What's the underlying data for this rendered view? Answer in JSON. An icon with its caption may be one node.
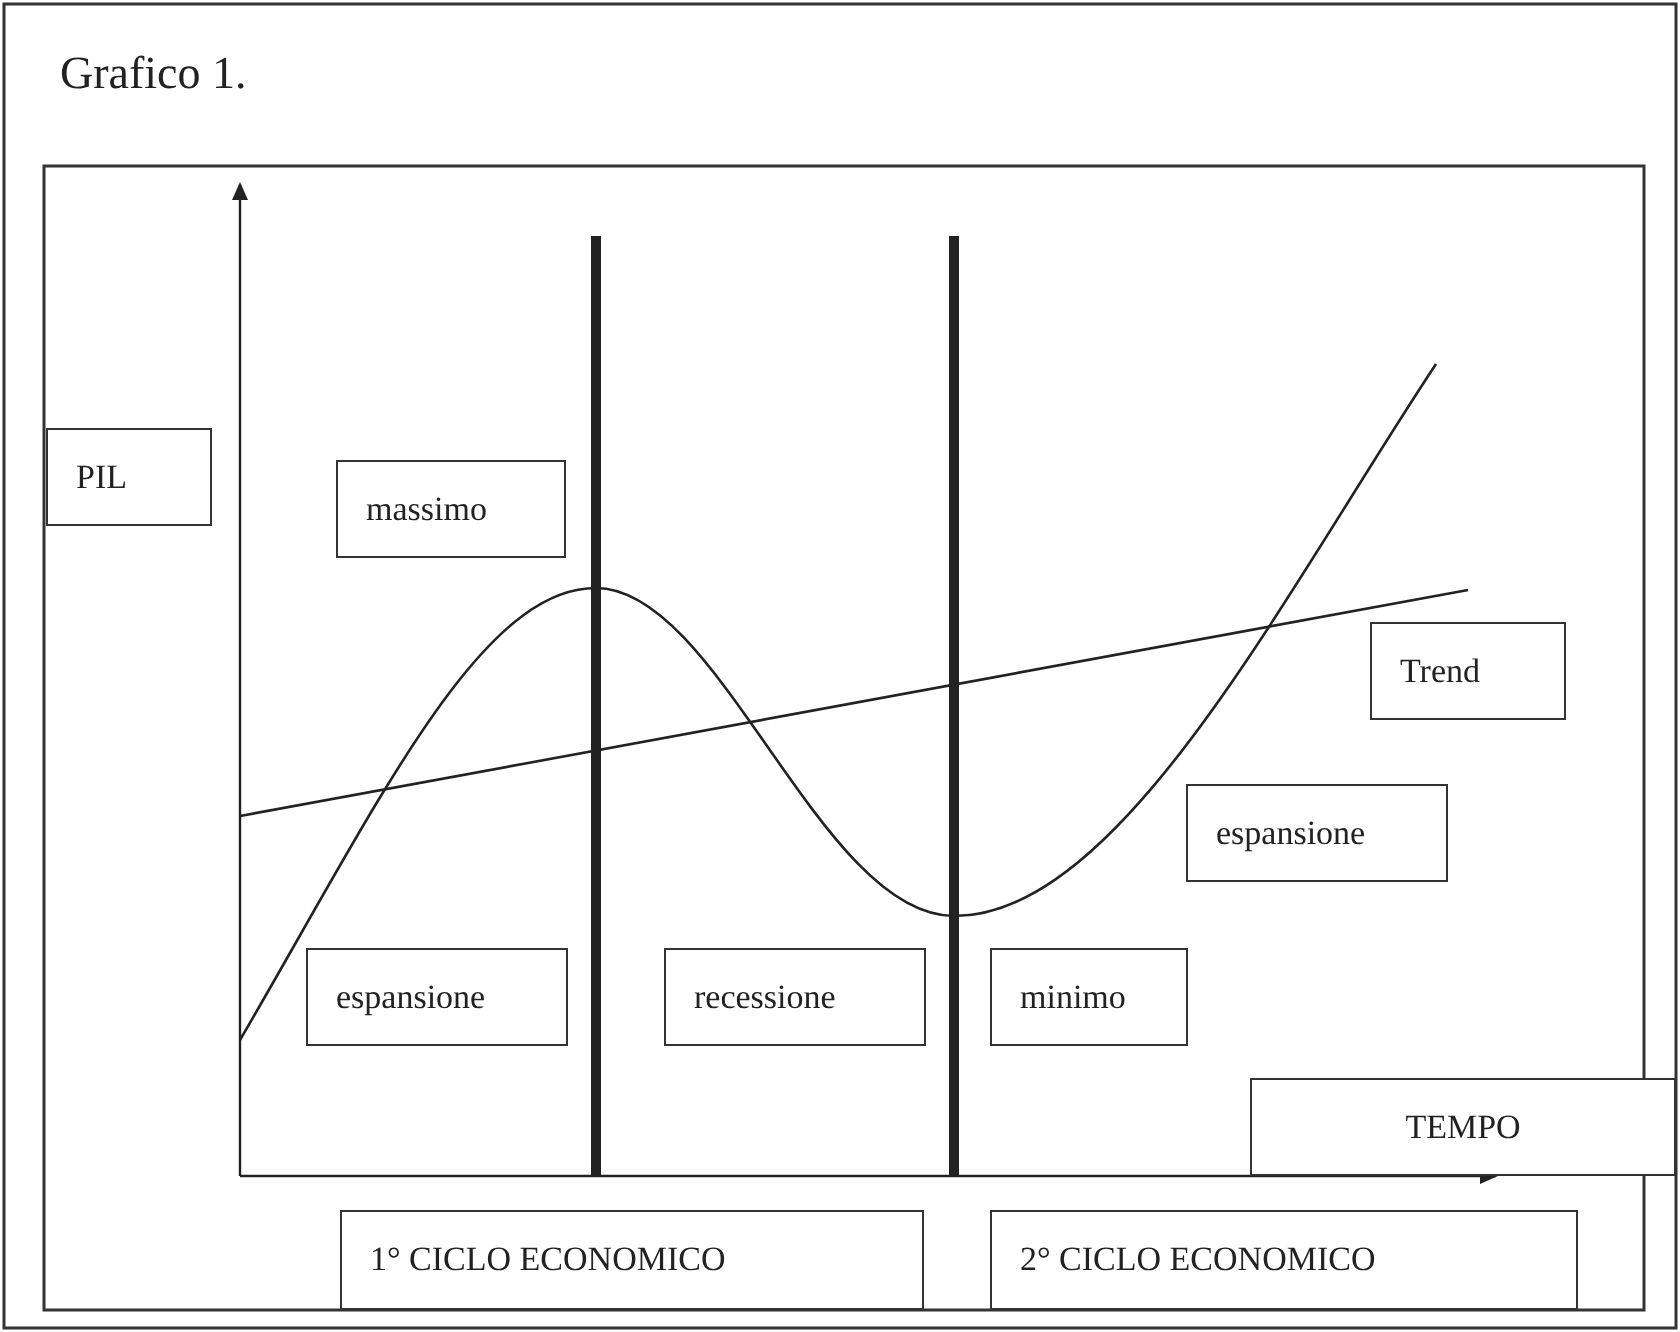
{
  "diagram": {
    "title": "Grafico 1.",
    "nodes": [
      {
        "text": [
          "PIL"
        ]
      },
      {
        "text": [
          "massimo"
        ]
      },
      {
        "text": [
          "Trend"
        ]
      },
      {
        "text": [
          "espansione"
        ]
      },
      {
        "text": [
          "espansione"
        ]
      },
      {
        "text": [
          "recessione"
        ]
      },
      {
        "text": [
          "minimo"
        ]
      },
      {
        "text": [
          "TEMPO"
        ]
      },
      {
        "text": [
          "1° CICLO ECONOMICO"
        ]
      },
      {
        "text": [
          "2° CICLO ECONOMICO"
        ]
      }
    ]
  }
}
